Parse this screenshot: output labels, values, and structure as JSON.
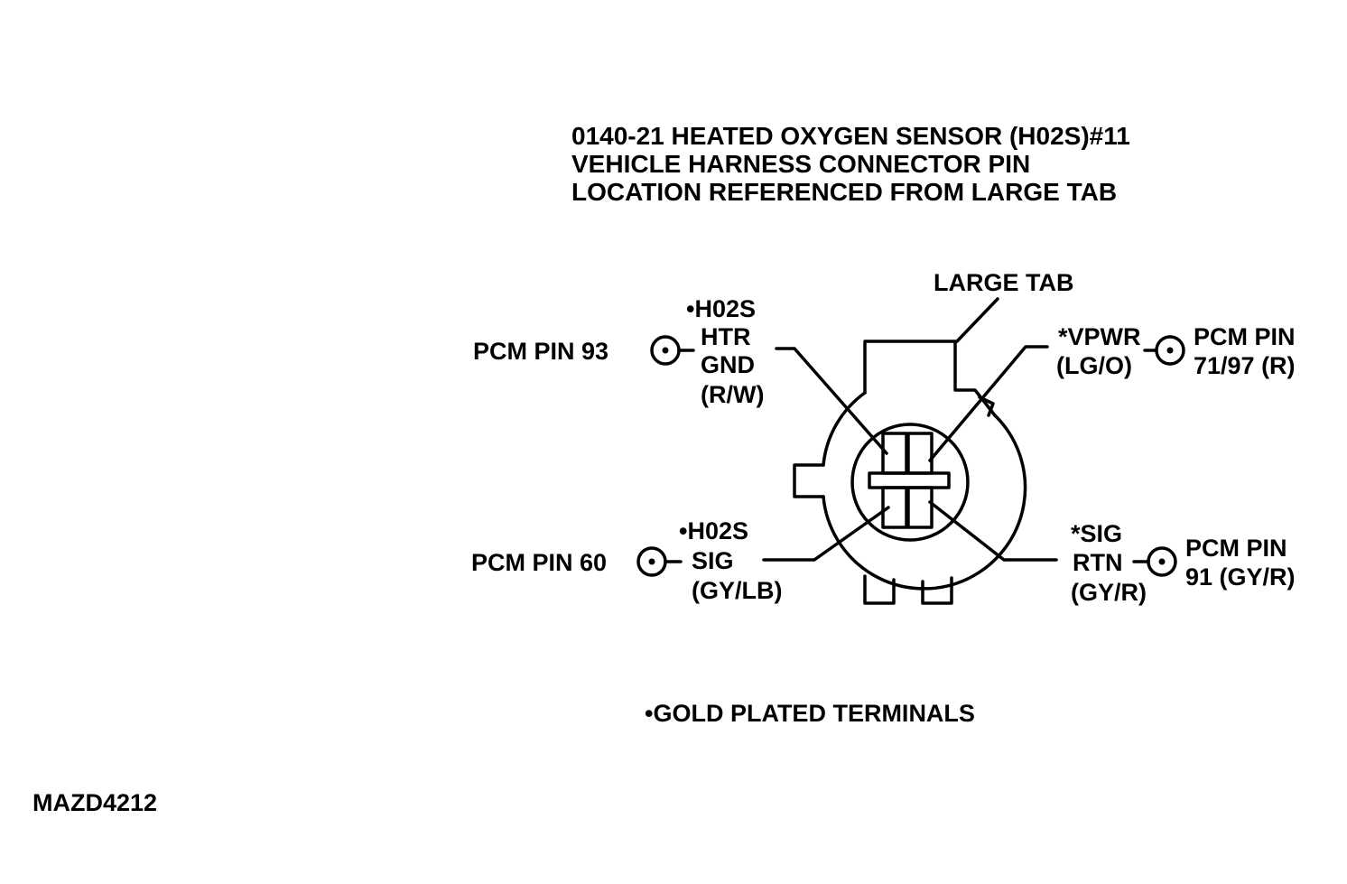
{
  "title": {
    "line1": "0140-21 HEATED OXYGEN SENSOR (H02S)#11",
    "line2": "VEHICLE HARNESS CONNECTOR PIN",
    "line3": "LOCATION REFERENCED FROM LARGE TAB"
  },
  "large_tab_label": "LARGE TAB",
  "pins": {
    "top_left": {
      "pcm": "PCM PIN 93",
      "wire_lines": [
        "•H02S",
        "HTR",
        "GND",
        "(R/W)"
      ]
    },
    "top_right": {
      "pcm_lines": [
        "PCM PIN",
        "71/97 (R)"
      ],
      "wire_lines": [
        "*VPWR",
        "(LG/O)"
      ]
    },
    "bottom_left": {
      "pcm": "PCM PIN 60",
      "wire_lines": [
        "•H02S",
        "SIG",
        "(GY/LB)"
      ]
    },
    "bottom_right": {
      "pcm_lines": [
        "PCM PIN",
        "91 (GY/R)"
      ],
      "wire_lines": [
        "*SIG",
        "RTN",
        "(GY/R)"
      ]
    }
  },
  "footnote": "•GOLD PLATED TERMINALS",
  "figure_id": "MAZD4212"
}
